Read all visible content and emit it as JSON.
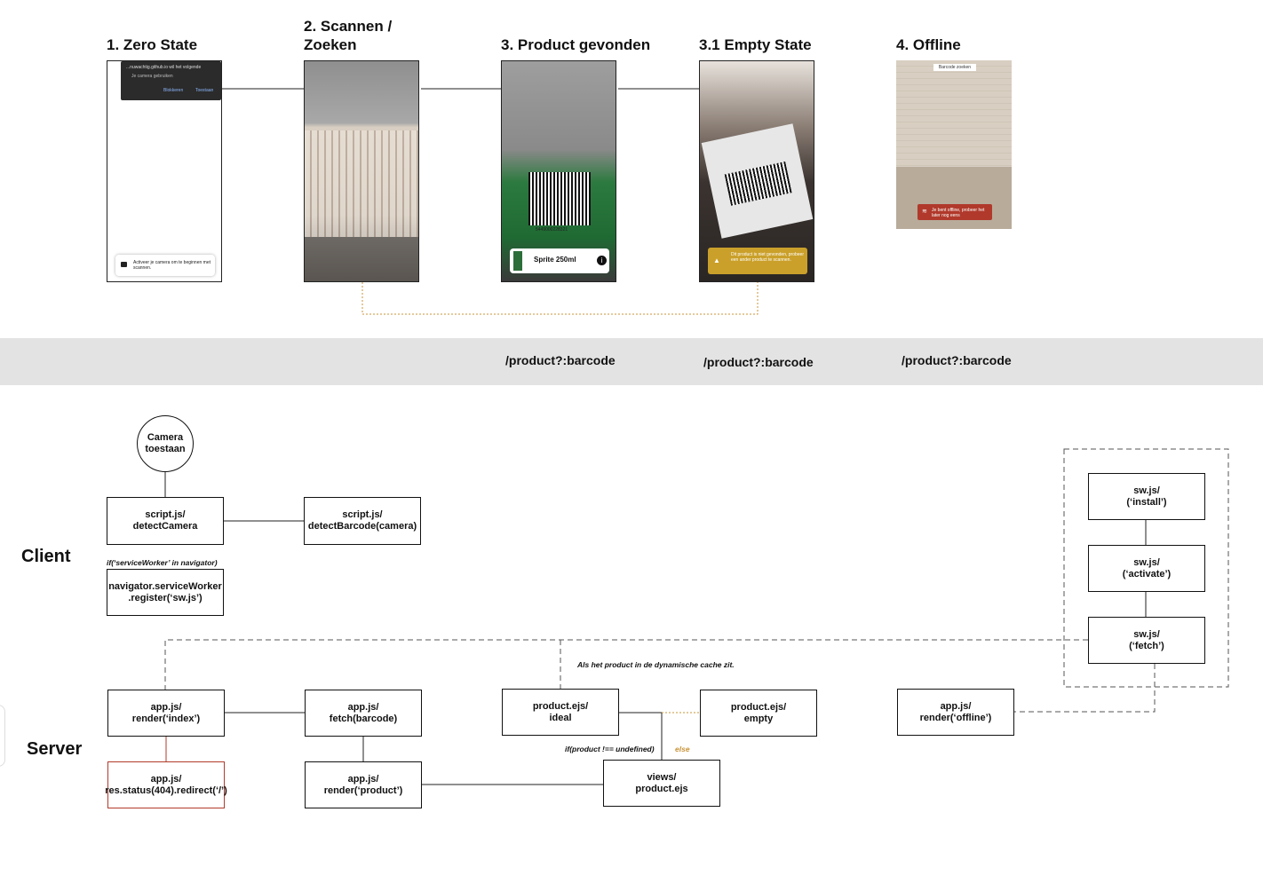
{
  "screens": [
    {
      "title": "1. Zero State"
    },
    {
      "title": "2. Scannen /\nZoeken"
    },
    {
      "title": "3. Product gevonden"
    },
    {
      "title": "3.1 Empty State"
    },
    {
      "title": "4. Offline"
    }
  ],
  "phone_ui": {
    "permission_text": "...nuwachtig.github.io wil het volgende",
    "permission_item": "Je camera gebruiken",
    "block_label": "Blokkeren",
    "allow_label": "Toestaan",
    "camera_hint": "Activeer je camera om te beginnen met scannen.",
    "product_label": "Sprite 250ml",
    "barcode_digits": "5449000228321",
    "empty_message": "Dit product is niet gevonden, probeer een ander product te scannen.",
    "offline_button": "Barcode zoeken",
    "offline_message": "Je bent offline, probeer het later nog eens"
  },
  "routes": [
    "/product?:barcode",
    "/product?:barcode",
    "/product?:barcode"
  ],
  "sections": {
    "client": "Client",
    "server": "Server"
  },
  "nodes": {
    "camera": "Camera\ntoestaan",
    "detect_camera": "script.js/\ndetectCamera",
    "detect_barcode": "script.js/\ndetectBarcode(camera)",
    "sw_register": "navigator.serviceWorker\n.register(‘sw.js’)",
    "sw_install": "sw.js/\n(‘install’)",
    "sw_activate": "sw.js/\n(‘activate’)",
    "sw_fetch": "sw.js/\n(‘fetch’)",
    "render_index": "app.js/\nrender(‘index’)",
    "status_404": "app.js/\nres.status(404).redirect(‘/’)",
    "fetch_barcode": "app.js/\nfetch(barcode)",
    "render_product": "app.js/\nrender(‘product’)",
    "product_ideal": "product.ejs/\nideal",
    "product_empty": "product.ejs/\nempty",
    "views_product": "views/\nproduct.ejs",
    "render_offline": "app.js/\nrender(‘offline’)"
  },
  "notes": {
    "sw_check": "if(‘serviceWorker’ in navigator)",
    "dynamic_cache": "Als het product in de dynamische cache zit.",
    "product_check": "if(product !== undefined)",
    "else_label": "else"
  },
  "colors": {
    "accent_dashed": "#c9953a",
    "error_border": "#b23a2a",
    "band": "#e3e3e3",
    "warning": "#caa02a",
    "offline_toast": "#b0392b"
  }
}
